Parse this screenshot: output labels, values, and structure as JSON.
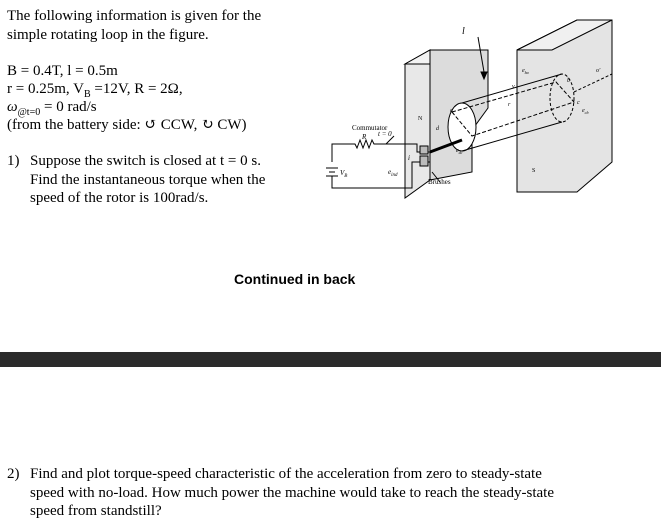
{
  "intro": {
    "line1": "The following information is given for the",
    "line2": "simple rotating loop in the figure."
  },
  "params": {
    "line1": "B = 0.4T,   l = 0.5m",
    "line2": "r = 0.25m, V",
    "line2_sub": "B",
    "line2_rest": " =12V, R = 2Ω,",
    "line3_omega": "ω",
    "line3_sub": "@t=0",
    "line3_rest": " = 0 rad/s",
    "line4": "(from the battery side: ↺ CCW, ↻ CW)"
  },
  "question1": {
    "number": "1)",
    "line1": "Suppose the switch is closed at t = 0 s.",
    "line2": "Find the instantaneous torque when the",
    "line3": "speed of the rotor is 100rad/s."
  },
  "continued_label": "Continued in back",
  "question2": {
    "number": "2)",
    "line1": "Find and plot torque-speed characteristic of the acceleration from zero to steady-state",
    "line2": "speed with no-load. How much power the machine would take to reach the steady-state",
    "line3": "speed from standstill?"
  },
  "figure": {
    "commutator": "Commutator",
    "switch_label": "t = 0",
    "r_label": "R",
    "vb_label": "V",
    "vb_sub": "B",
    "i_label": "i",
    "brushes": "Brushes",
    "l_label": "l",
    "n_label": "N",
    "s_label": "S",
    "eind_label": "e",
    "eind_sub": "ind",
    "a_label": "a",
    "b_label": "b",
    "c_label": "c",
    "d_label": "d",
    "r_small": "r",
    "o_prime": "o'",
    "v_label": "v",
    "e_ba": "e",
    "e_ba_sub": "ba",
    "e_cb": "e",
    "e_cb_sub": "cb",
    "e_dc": "e",
    "e_dc_sub": "dc"
  }
}
